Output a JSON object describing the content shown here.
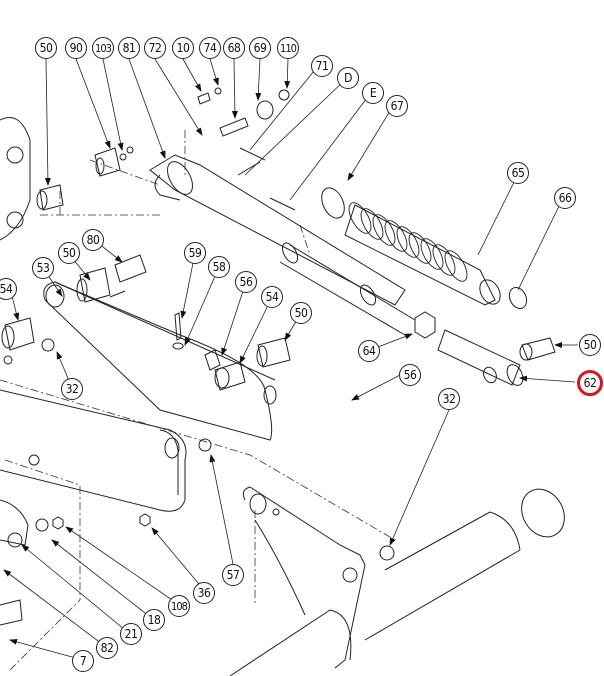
{
  "diagram": {
    "type": "exploded parts diagram",
    "highlight_color": "#d9141b",
    "line_color": "#222222",
    "highlighted_part": "62",
    "callouts": [
      {
        "id": "c50a",
        "label": "50"
      },
      {
        "id": "c90",
        "label": "90"
      },
      {
        "id": "c103",
        "label": "103"
      },
      {
        "id": "c81",
        "label": "81"
      },
      {
        "id": "c72",
        "label": "72"
      },
      {
        "id": "c10",
        "label": "10"
      },
      {
        "id": "c74",
        "label": "74"
      },
      {
        "id": "c68",
        "label": "68"
      },
      {
        "id": "c69",
        "label": "69"
      },
      {
        "id": "c110",
        "label": "110"
      },
      {
        "id": "c71",
        "label": "71"
      },
      {
        "id": "cD",
        "label": "D"
      },
      {
        "id": "cE",
        "label": "E"
      },
      {
        "id": "c67",
        "label": "67"
      },
      {
        "id": "c65",
        "label": "65"
      },
      {
        "id": "c66",
        "label": "66"
      },
      {
        "id": "c80",
        "label": "80"
      },
      {
        "id": "c50b",
        "label": "50"
      },
      {
        "id": "c53",
        "label": "53"
      },
      {
        "id": "c54a",
        "label": "54"
      },
      {
        "id": "c59",
        "label": "59"
      },
      {
        "id": "c58",
        "label": "58"
      },
      {
        "id": "c56a",
        "label": "56"
      },
      {
        "id": "c54b",
        "label": "54"
      },
      {
        "id": "c50c",
        "label": "50"
      },
      {
        "id": "c32a",
        "label": "32"
      },
      {
        "id": "c64",
        "label": "64"
      },
      {
        "id": "c50d",
        "label": "50"
      },
      {
        "id": "c62",
        "label": "62"
      },
      {
        "id": "c56b",
        "label": "56"
      },
      {
        "id": "c32b",
        "label": "32"
      },
      {
        "id": "c57",
        "label": "57"
      },
      {
        "id": "c36",
        "label": "36"
      },
      {
        "id": "c108",
        "label": "108"
      },
      {
        "id": "c18",
        "label": "18"
      },
      {
        "id": "c21",
        "label": "21"
      },
      {
        "id": "c82",
        "label": "82"
      },
      {
        "id": "c7",
        "label": "7"
      }
    ]
  }
}
